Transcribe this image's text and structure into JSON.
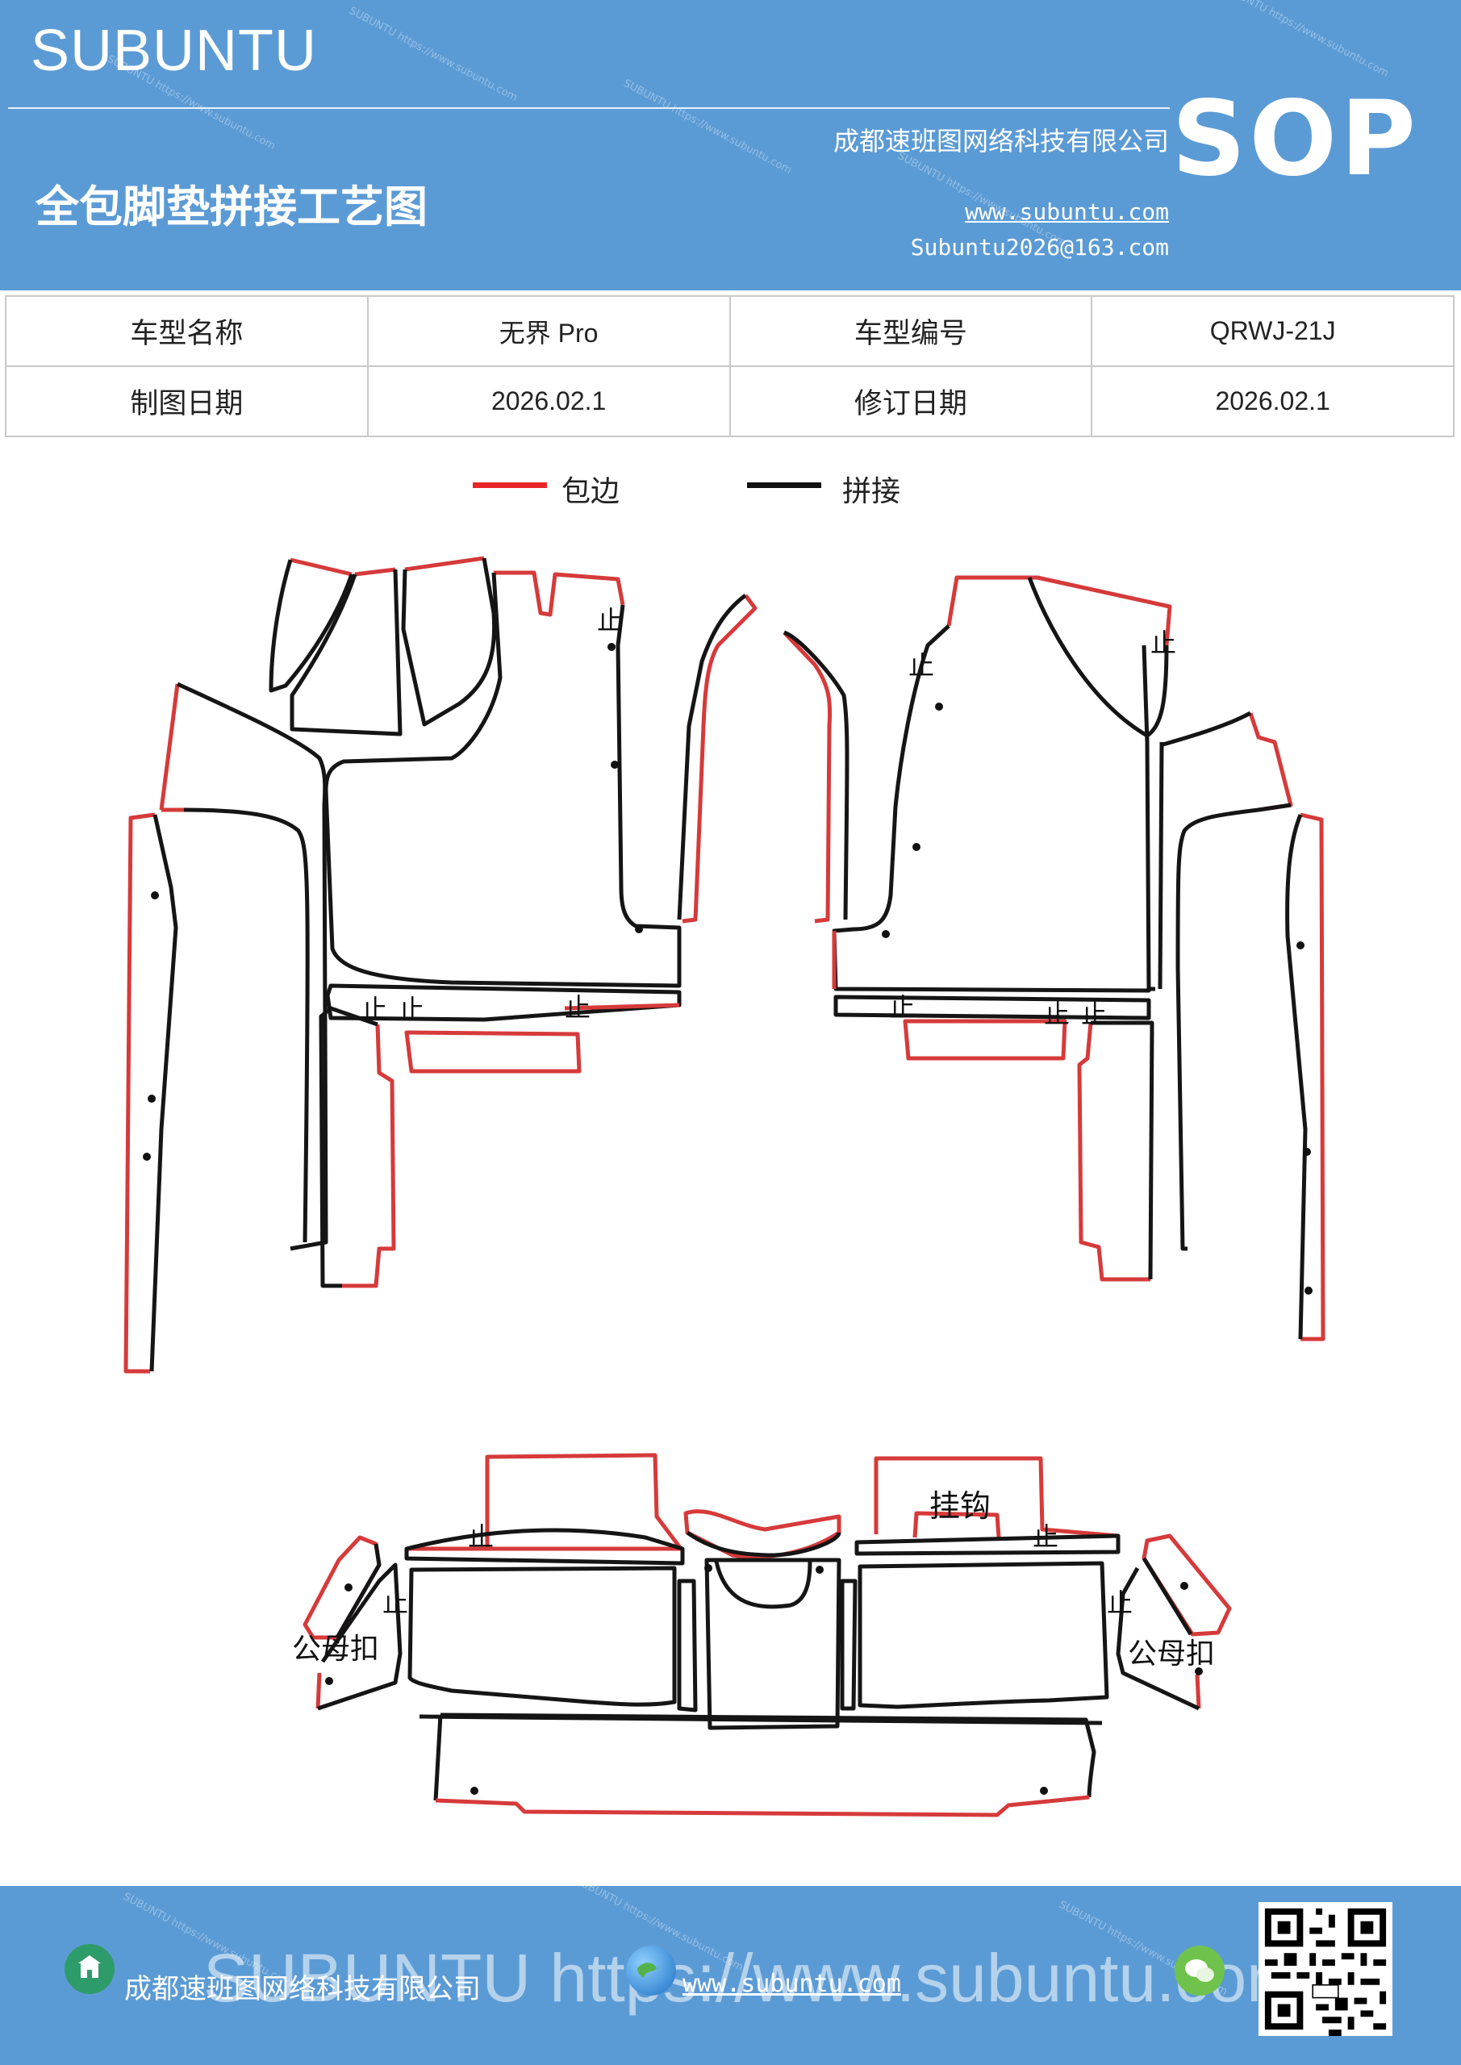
{
  "header": {
    "brand": "SUBUNTU",
    "title": "全包脚垫拼接工艺图",
    "company": "成都速班图网络科技有限公司",
    "website": "www.subuntu.com",
    "email": "Subuntu2026@163.com",
    "badge": "SOP"
  },
  "info_table": {
    "rows": [
      {
        "label1": "车型名称",
        "value1": "无界 Pro",
        "label2": "车型编号",
        "value2": "QRWJ-21J"
      },
      {
        "label1": "制图日期",
        "value1": "2026.02.1",
        "label2": "修订日期",
        "value2": "2026.02.1"
      }
    ]
  },
  "legend": {
    "items": [
      {
        "label": "包边",
        "color": "#e8262a"
      },
      {
        "label": "拼接",
        "color": "#111111"
      }
    ]
  },
  "drawing": {
    "stop_mark": "止",
    "hook_label": "挂钩",
    "snap_label": "公母扣"
  },
  "footer": {
    "company": "成都速班图网络科技有限公司",
    "website": "www.subuntu.com",
    "watermark": "SUBUNTU https://www.subuntu.com"
  },
  "colors": {
    "banner": "#5b9bd5",
    "edge_binding": "#d63a3a",
    "splice": "#151515"
  }
}
